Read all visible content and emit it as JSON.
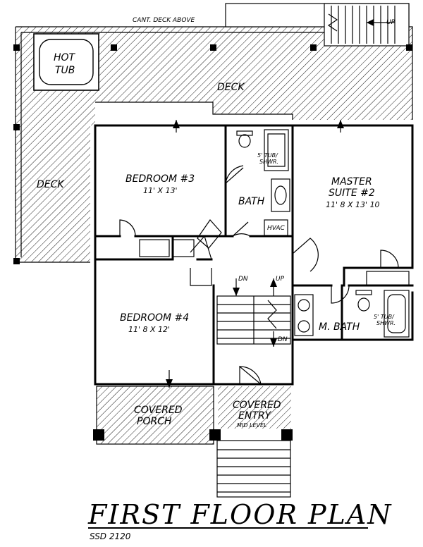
{
  "plan": {
    "labels": {
      "cant_deck": "CANT. DECK ABOVE",
      "up_stairs_top": "UP",
      "hot_tub_1": "HOT",
      "hot_tub_2": "TUB",
      "deck_top": "DECK",
      "deck_left": "DECK",
      "bedroom3": "BEDROOM #3",
      "bedroom3_size": "11' X 13'",
      "tub_shwr_1": "5' TUB/",
      "tub_shwr_1b": "SHWR.",
      "bath": "BATH",
      "hvac": "HVAC",
      "master_1": "MASTER",
      "master_2": "SUITE #2",
      "master_size": "11' 8 X 13' 10",
      "dn1": "DN",
      "up1": "UP",
      "dn2": "DN",
      "bedroom4": "BEDROOM #4",
      "bedroom4_size": "11' 8 X 12'",
      "mbath": "M. BATH",
      "tub_shwr_2": "5' TUB/",
      "tub_shwr_2b": "SHWR.",
      "porch_1": "COVERED",
      "porch_2": "PORCH",
      "entry_1": "COVERED",
      "entry_2": "ENTRY",
      "entry_3": "MID LEVEL"
    }
  },
  "title": "FIRST FLOOR PLAN",
  "subtitle": "SSD 2120"
}
